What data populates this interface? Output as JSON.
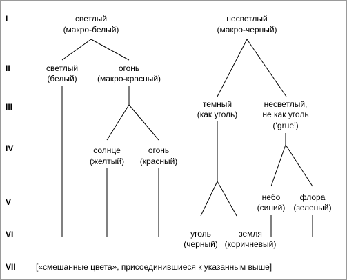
{
  "levels": [
    "I",
    "II",
    "III",
    "IV",
    "V",
    "VI",
    "VII"
  ],
  "nodes": {
    "light_macro_white": [
      "светлый",
      "(макро-белый)"
    ],
    "nonlight_macro_black": [
      "несветлый",
      "(макро-черный)"
    ],
    "light_white": [
      "светлый",
      "(белый)"
    ],
    "fire_macro_red": [
      "огонь",
      "(макро-красный)"
    ],
    "dark_like_coal": [
      "темный",
      "(как уголь)"
    ],
    "nonlight_grue": [
      "несветлый,",
      "не как уголь",
      "(‘grue’)"
    ],
    "sun_yellow": [
      "солнце",
      "(желтый)"
    ],
    "fire_red": [
      "огонь",
      "(красный)"
    ],
    "sky_blue": [
      "небо",
      "(синий)"
    ],
    "flora_green": [
      "флора",
      "(зеленый)"
    ],
    "coal_black": [
      "уголь",
      "(черный)"
    ],
    "earth_brown": [
      "земля",
      "(коричневый)"
    ]
  },
  "footer": "[«смешанные цвета», присоединившиеся к указанным выше]"
}
